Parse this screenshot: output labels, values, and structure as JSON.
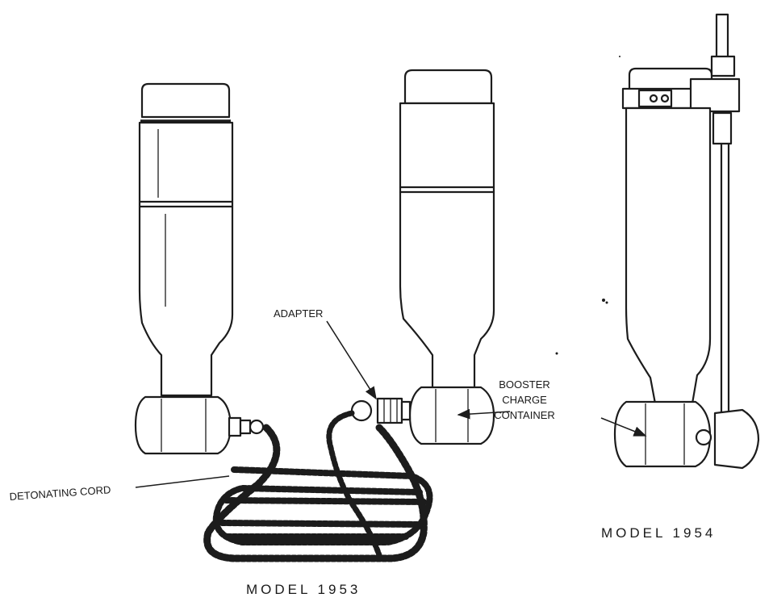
{
  "labels": {
    "adapter": "ADAPTER",
    "booster_line1": "BOOSTER",
    "booster_line2": "CHARGE",
    "booster_line3": "CONTAINER",
    "detonating_cord": "DETONATING CORD",
    "model_1953": "MODEL 1953",
    "model_1954": "MODEL 1954"
  },
  "colors": {
    "ink": "#1c1c1c",
    "paper": "#ffffff"
  }
}
